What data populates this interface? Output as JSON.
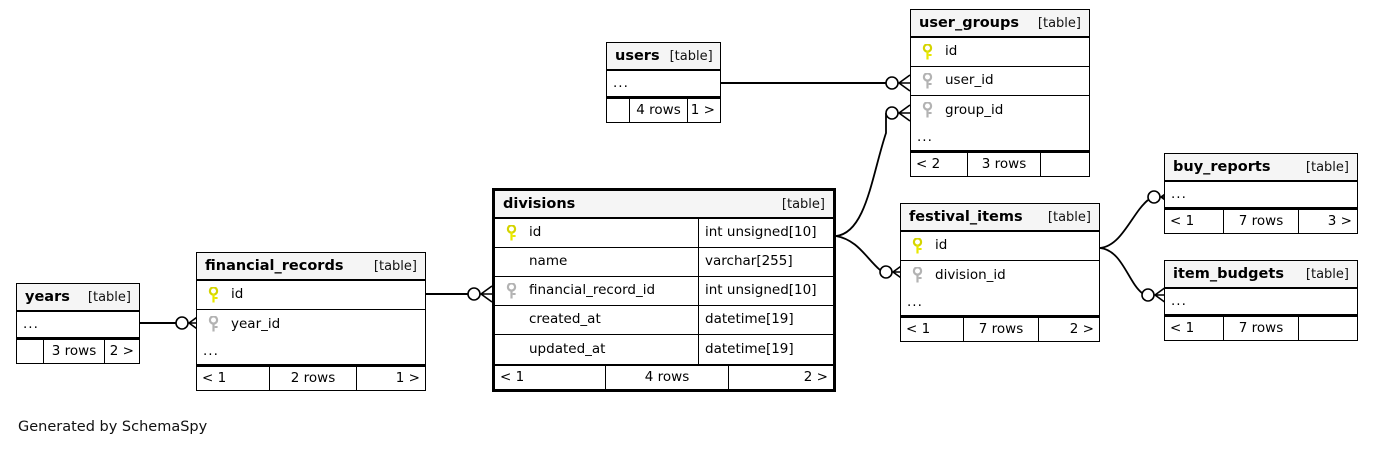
{
  "diagram": {
    "type": "entity-relationship",
    "generator_credit": "Generated by SchemaSpy",
    "table_tag": "[table]",
    "ellipsis": "...",
    "colors": {
      "primary_key": "#e8e800",
      "foreign_key": "#b3b3b3",
      "header_bg": "#f5f5f5",
      "border": "#000000",
      "background": "#ffffff"
    }
  },
  "tables": {
    "years": {
      "name": "years",
      "tag": "[table]",
      "columns": [],
      "has_ellipsis": true,
      "footer": {
        "left": "",
        "middle": "3 rows",
        "right": "2 >"
      }
    },
    "financial_records": {
      "name": "financial_records",
      "tag": "[table]",
      "columns": [
        {
          "key": "primary",
          "label": "id",
          "type": ""
        },
        {
          "key": "foreign",
          "label": "year_id",
          "type": ""
        }
      ],
      "has_ellipsis": true,
      "footer": {
        "left": "< 1",
        "middle": "2 rows",
        "right": "1 >"
      }
    },
    "divisions": {
      "name": "divisions",
      "tag": "[table]",
      "emphasis": true,
      "columns": [
        {
          "key": "primary",
          "label": "id",
          "type": "int unsigned[10]"
        },
        {
          "key": "none",
          "label": "name",
          "type": "varchar[255]"
        },
        {
          "key": "foreign",
          "label": "financial_record_id",
          "type": "int unsigned[10]"
        },
        {
          "key": "none",
          "label": "created_at",
          "type": "datetime[19]"
        },
        {
          "key": "none",
          "label": "updated_at",
          "type": "datetime[19]"
        }
      ],
      "has_ellipsis": false,
      "footer": {
        "left": "< 1",
        "middle": "4 rows",
        "right": "2 >"
      }
    },
    "users": {
      "name": "users",
      "tag": "[table]",
      "columns": [],
      "has_ellipsis": true,
      "footer": {
        "left": "",
        "middle": "4 rows",
        "right": "1 >"
      }
    },
    "user_groups": {
      "name": "user_groups",
      "tag": "[table]",
      "columns": [
        {
          "key": "primary",
          "label": "id",
          "type": ""
        },
        {
          "key": "foreign",
          "label": "user_id",
          "type": ""
        },
        {
          "key": "foreign",
          "label": "group_id",
          "type": ""
        }
      ],
      "has_ellipsis": true,
      "footer": {
        "left": "< 2",
        "middle": "3 rows",
        "right": ""
      }
    },
    "festival_items": {
      "name": "festival_items",
      "tag": "[table]",
      "columns": [
        {
          "key": "primary",
          "label": "id",
          "type": ""
        },
        {
          "key": "foreign",
          "label": "division_id",
          "type": ""
        }
      ],
      "has_ellipsis": true,
      "footer": {
        "left": "< 1",
        "middle": "7 rows",
        "right": "2 >"
      }
    },
    "buy_reports": {
      "name": "buy_reports",
      "tag": "[table]",
      "columns": [],
      "has_ellipsis": true,
      "footer": {
        "left": "< 1",
        "middle": "7 rows",
        "right": "3 >"
      }
    },
    "item_budgets": {
      "name": "item_budgets",
      "tag": "[table]",
      "columns": [],
      "has_ellipsis": true,
      "footer": {
        "left": "< 1",
        "middle": "7 rows",
        "right": ""
      }
    }
  },
  "relationships": [
    {
      "from": "years",
      "to": "financial_records",
      "to_column": "year_id"
    },
    {
      "from": "financial_records",
      "to": "divisions",
      "to_column": "financial_record_id"
    },
    {
      "from": "users",
      "to": "user_groups",
      "to_column": "user_id"
    },
    {
      "from": "divisions",
      "to": "user_groups",
      "to_column": "group_id"
    },
    {
      "from": "divisions",
      "to": "festival_items",
      "to_column": "division_id"
    },
    {
      "from": "festival_items",
      "to": "buy_reports"
    },
    {
      "from": "festival_items",
      "to": "item_budgets"
    }
  ]
}
